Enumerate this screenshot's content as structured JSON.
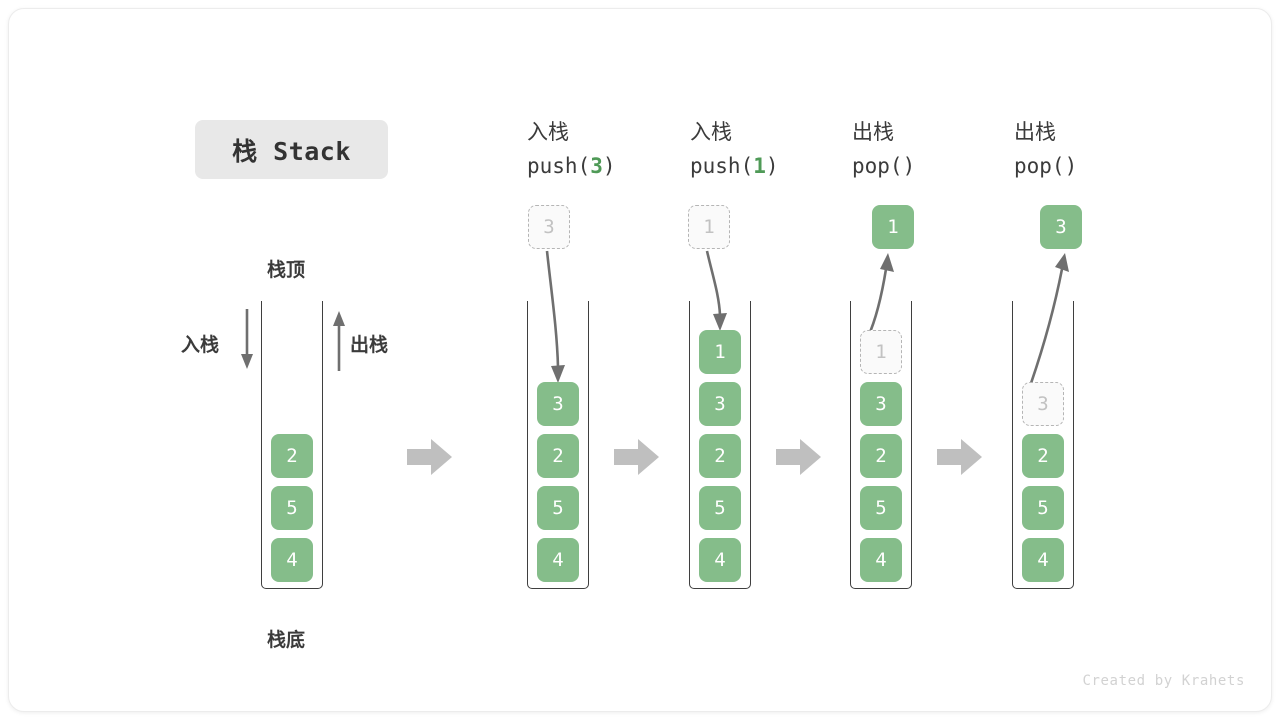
{
  "title": {
    "text": "栈 Stack"
  },
  "labels": {
    "top": "栈顶",
    "bottom": "栈底",
    "push_side": "入栈",
    "pop_side": "出栈"
  },
  "colors": {
    "cell_fill": "#85bd8a",
    "cell_text": "#ffffff",
    "ghost_fill": "#fafafa",
    "ghost_border": "#b5b5b5",
    "ghost_text": "#c2c2c2",
    "accent_green": "#4f9a57",
    "arrow_grey": "#bfbfbf",
    "line_grey": "#6f6f6f",
    "chip_bg": "#e8e8e8",
    "text_dark": "#3b3b3b"
  },
  "stages": [
    {
      "id": "initial",
      "header_cn": "",
      "header_code": "",
      "header_arg": "",
      "stack": [
        "2",
        "5",
        "4"
      ],
      "ghost_in_stack": null,
      "floating": null,
      "op": "none"
    },
    {
      "id": "push-3",
      "header_cn": "入栈",
      "header_code_prefix": "push(",
      "header_arg": "3",
      "header_code_suffix": ")",
      "stack": [
        "3",
        "2",
        "5",
        "4"
      ],
      "ghost_in_stack": null,
      "floating": "3",
      "op": "push"
    },
    {
      "id": "push-1",
      "header_cn": "入栈",
      "header_code_prefix": "push(",
      "header_arg": "1",
      "header_code_suffix": ")",
      "stack": [
        "1",
        "3",
        "2",
        "5",
        "4"
      ],
      "ghost_in_stack": null,
      "floating": "1",
      "op": "push"
    },
    {
      "id": "pop-1",
      "header_cn": "出栈",
      "header_code_prefix": "pop(",
      "header_arg": "",
      "header_code_suffix": ")",
      "stack": [
        "3",
        "2",
        "5",
        "4"
      ],
      "ghost_in_stack": "1",
      "floating": "1",
      "op": "pop"
    },
    {
      "id": "pop-3",
      "header_cn": "出栈",
      "header_code_prefix": "pop(",
      "header_arg": "",
      "header_code_suffix": ")",
      "stack": [
        "2",
        "5",
        "4"
      ],
      "ghost_in_stack": "3",
      "floating": "3",
      "op": "pop"
    }
  ],
  "footer": {
    "credit": "Created by Krahets"
  }
}
